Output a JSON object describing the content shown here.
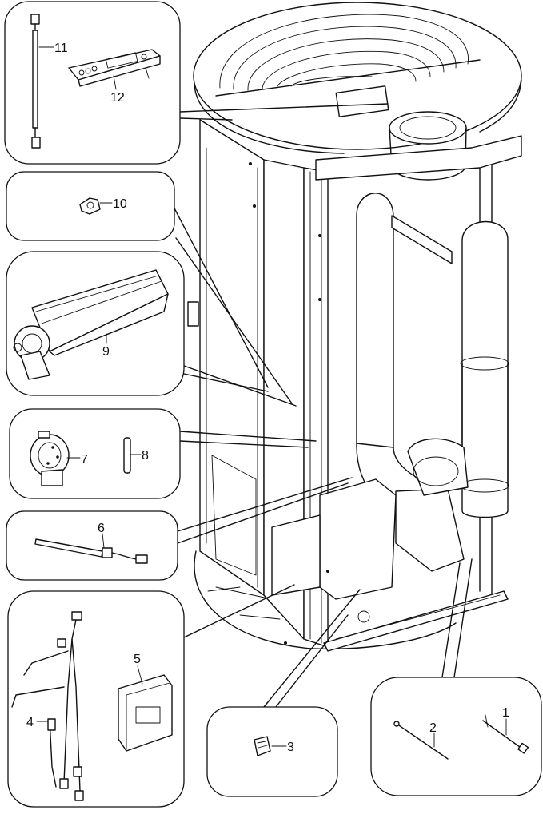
{
  "labels": {
    "p1": "1",
    "p2": "2",
    "p3": "3",
    "p4": "4",
    "p5": "5",
    "p6": "6",
    "p7": "7",
    "p8": "8",
    "p9": "9",
    "p10": "10",
    "p11": "11",
    "p12": "12"
  }
}
